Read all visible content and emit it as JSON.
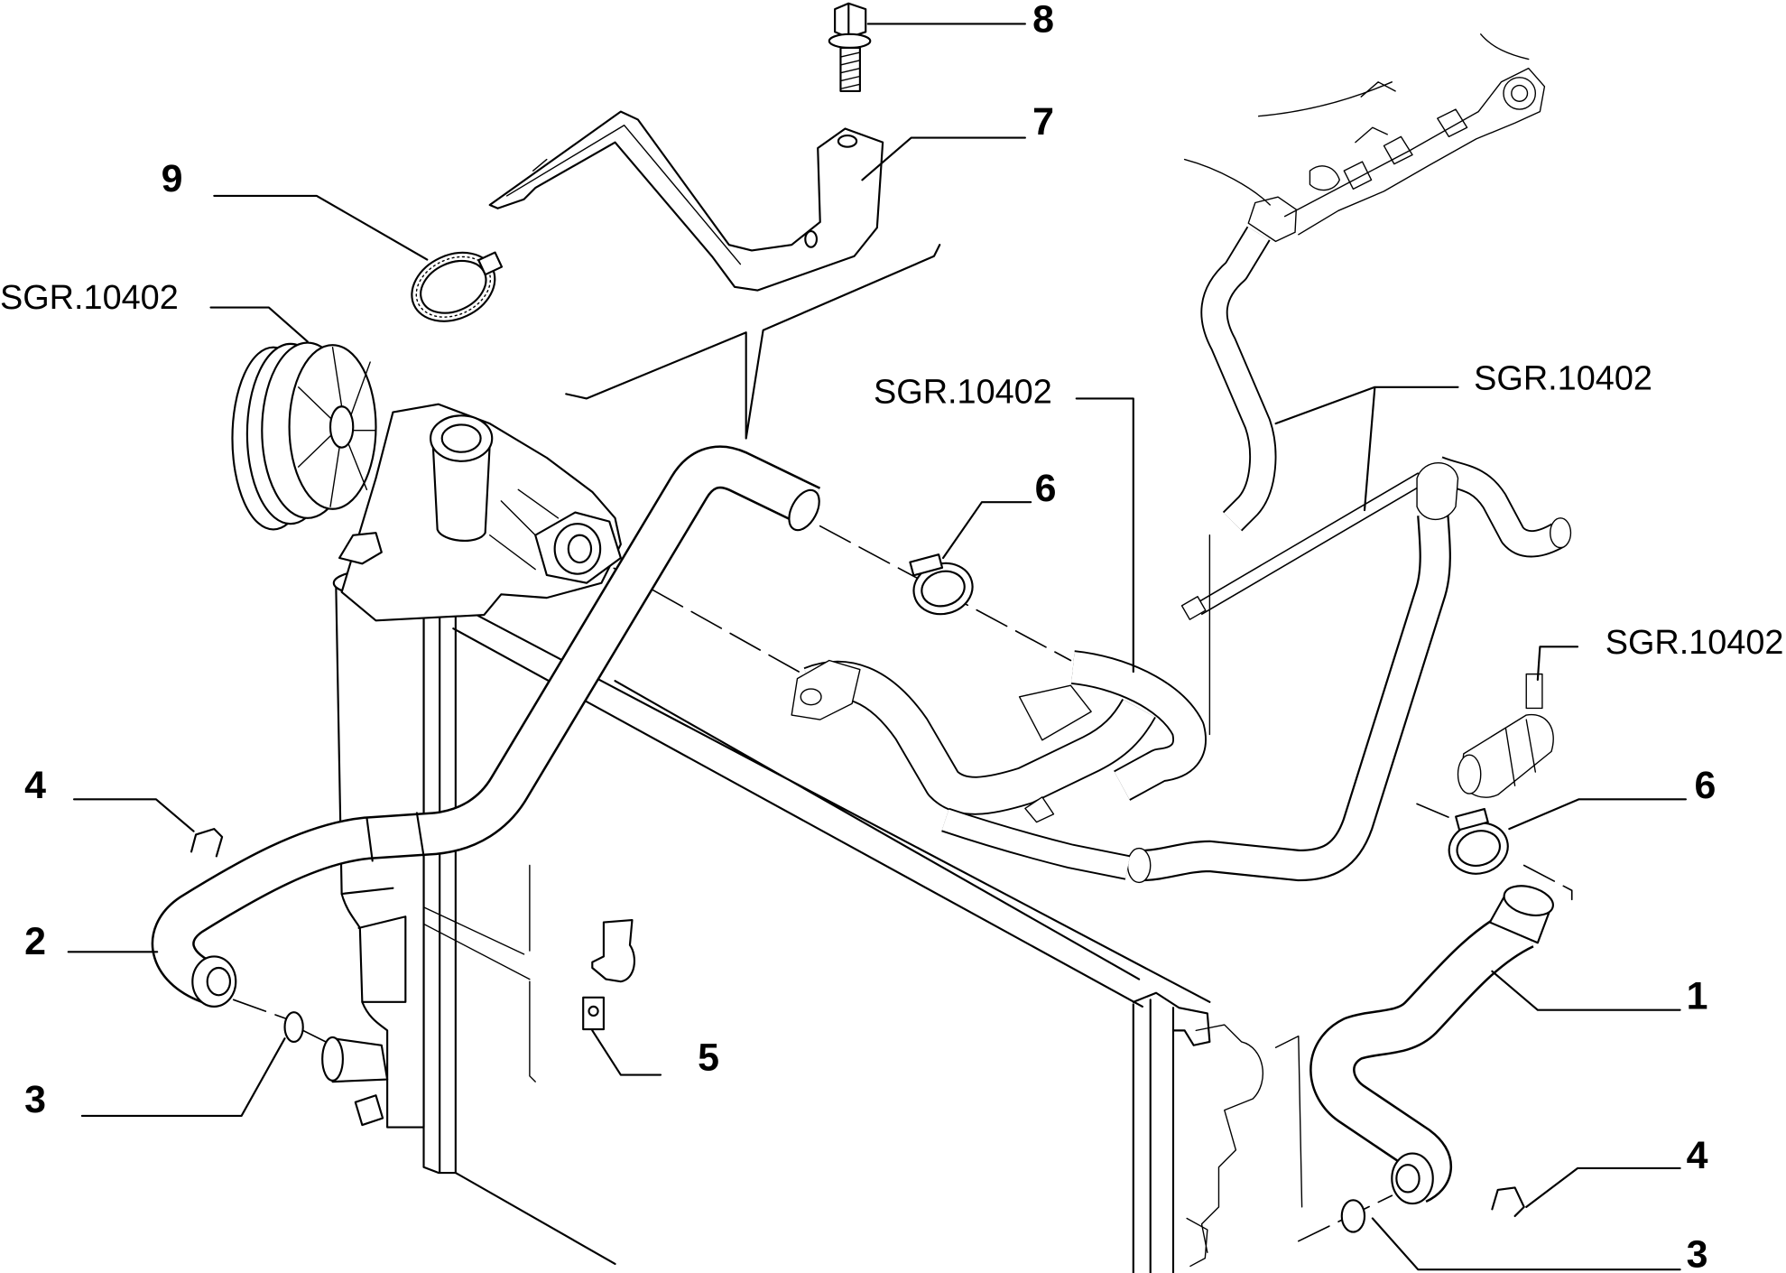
{
  "colors": {
    "line": "#000000",
    "background": "#ffffff"
  },
  "callouts": [
    "8",
    "7",
    "9",
    "SGR.10402",
    "SGR.10402",
    "SGR.10402",
    "6",
    "SGR.10402",
    "4",
    "6",
    "2",
    "1",
    "5",
    "3",
    "4",
    "3"
  ]
}
